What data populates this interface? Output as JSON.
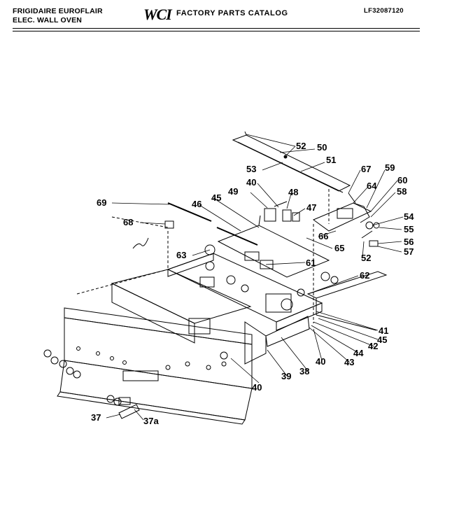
{
  "header": {
    "brand_line1": "FRIGIDAIRE EUROFLAIR",
    "brand_line2": "ELEC. WALL OVEN",
    "logo": "WCI",
    "catalog_title": "FACTORY PARTS CATALOG",
    "model_number": "LF32087120"
  },
  "diagram": {
    "part_labels": [
      "52",
      "50",
      "51",
      "53",
      "67",
      "59",
      "60",
      "58",
      "64",
      "40",
      "48",
      "49",
      "47",
      "45",
      "46",
      "69",
      "54",
      "55",
      "66",
      "56",
      "57",
      "52",
      "68",
      "65",
      "63",
      "61",
      "62",
      "41",
      "45",
      "42",
      "44",
      "43",
      "40",
      "38",
      "39",
      "40",
      "37",
      "37a"
    ]
  },
  "colors": {
    "ink": "#000000",
    "paper": "#ffffff"
  }
}
